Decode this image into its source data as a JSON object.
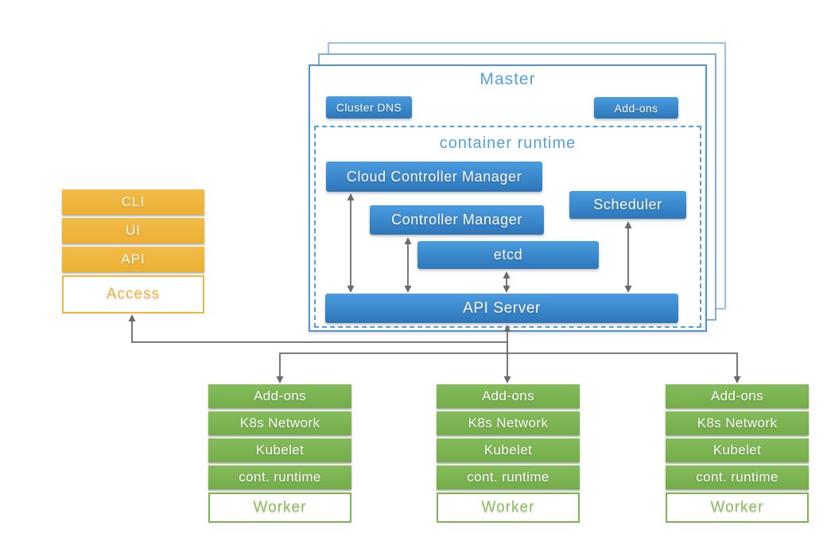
{
  "colors": {
    "blue_box_top": "#4A9CE0",
    "blue_box_bottom": "#2E76BA",
    "master_border": "#4E94D4",
    "sheet_mid_border": "#7FB0DD",
    "sheet_back_border": "#9CC2E5",
    "title_blue": "#55A0DC",
    "orange": "#EFB63E",
    "green": "#7CB454",
    "line_gray": "#6A6A6A"
  },
  "access_panel": {
    "items": [
      {
        "label": "CLI"
      },
      {
        "label": "UI"
      },
      {
        "label": "API"
      }
    ],
    "label": "Access"
  },
  "master": {
    "title": "Master",
    "cluster_dns_label": "Cluster DNS",
    "addons_label": "Add-ons",
    "container_runtime": {
      "title": "container runtime",
      "cloud_controller_manager": "Cloud Controller Manager",
      "controller_manager": "Controller Manager",
      "scheduler": "Scheduler",
      "etcd": "etcd",
      "api_server": "API Server"
    }
  },
  "workers": [
    {
      "rows": [
        "Add-ons",
        "K8s Network",
        "Kubelet",
        "cont. runtime"
      ],
      "label": "Worker"
    },
    {
      "rows": [
        "Add-ons",
        "K8s Network",
        "Kubelet",
        "cont. runtime"
      ],
      "label": "Worker"
    },
    {
      "rows": [
        "Add-ons",
        "K8s Network",
        "Kubelet",
        "cont. runtime"
      ],
      "label": "Worker"
    }
  ]
}
